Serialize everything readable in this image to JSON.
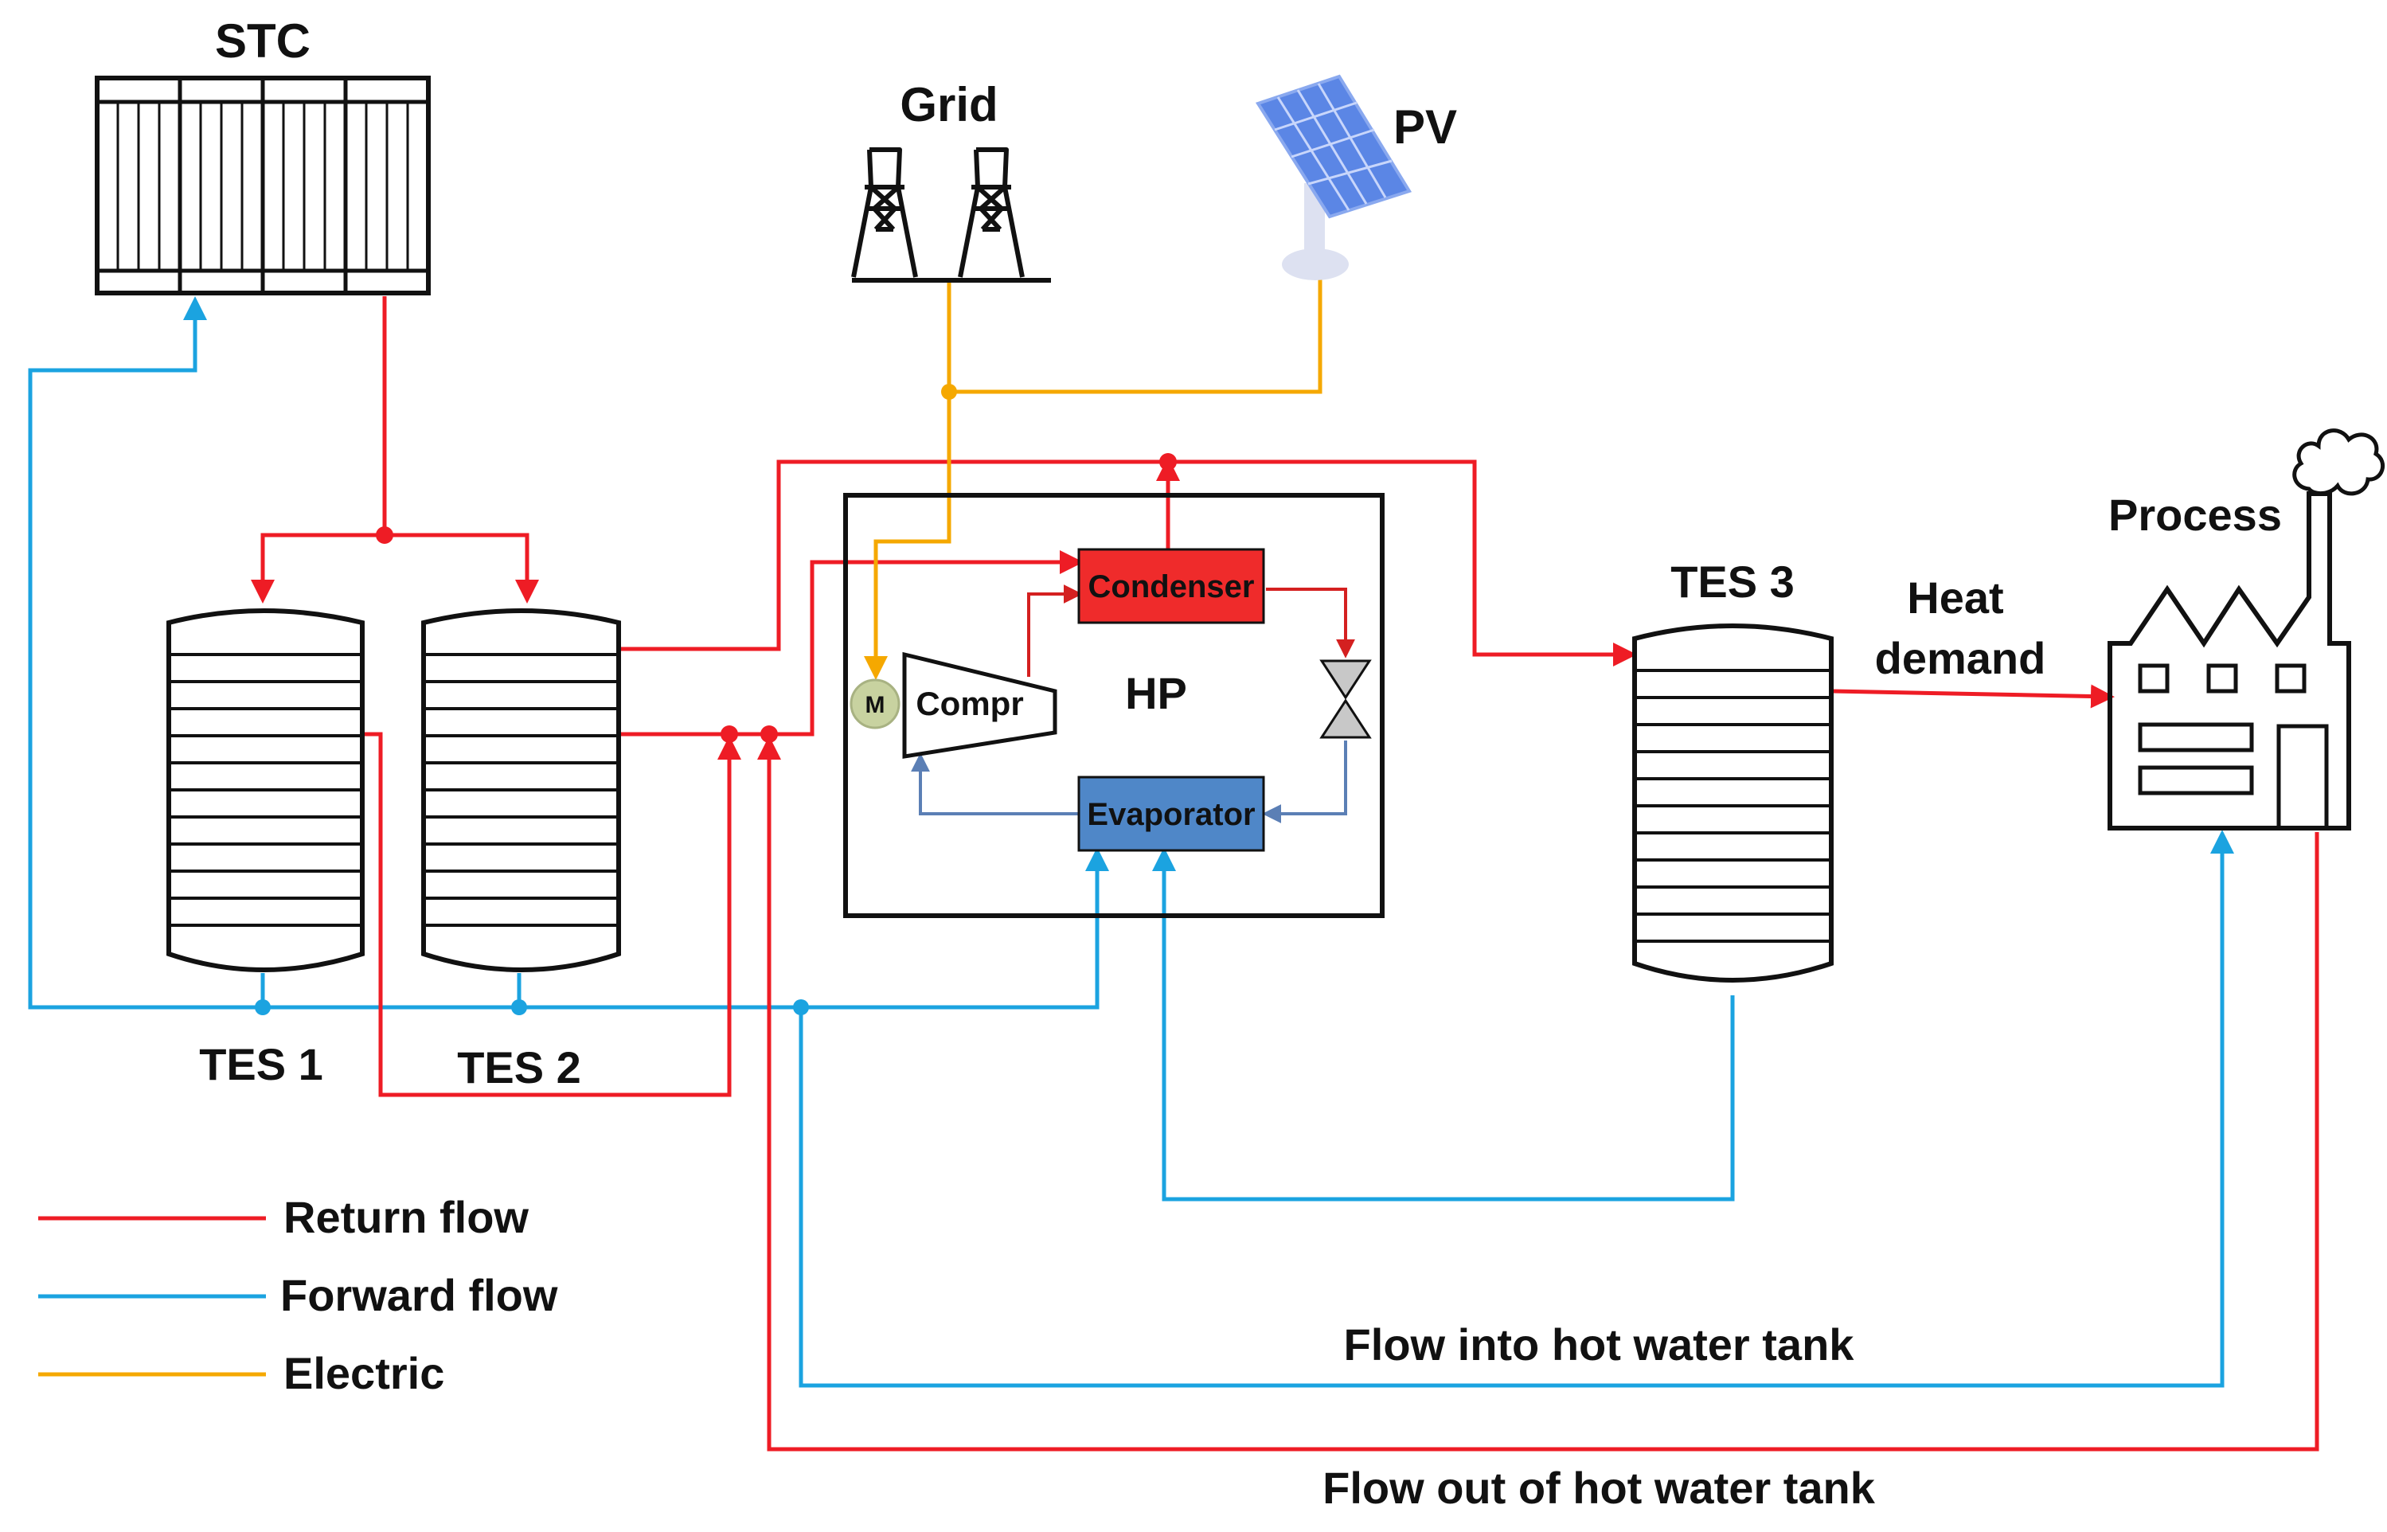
{
  "colors": {
    "return": "#ee1c25",
    "forward": "#1ba3e0",
    "forward_hp": "#5b7fb5",
    "electric": "#f5a800",
    "condenser": "#ef2b2b",
    "evaporator": "#4f87c8",
    "motor": "#c8d2a0",
    "pv_panel": "#5b86e5",
    "valve": "#c8c8c8"
  },
  "labels": {
    "stc": "STC",
    "grid": "Grid",
    "pv": "PV",
    "process": "Process",
    "tes1": "TES 1",
    "tes2": "TES 2",
    "tes3": "TES 3",
    "hp": "HP",
    "condenser": "Condenser",
    "evaporator": "Evaporator",
    "compressor": "Compr",
    "motor": "M",
    "heat_demand_line1": "Heat",
    "heat_demand_line2": "demand",
    "flow_into": "Flow into hot water tank",
    "flow_out": "Flow out of hot water tank"
  },
  "legend": [
    {
      "label": "Return flow",
      "color": "return"
    },
    {
      "label": "Forward flow",
      "color": "forward"
    },
    {
      "label": "Electric",
      "color": "electric"
    }
  ],
  "icons": {
    "stc": "solar-thermal-collector-icon",
    "grid": "transmission-tower-icon",
    "pv": "solar-panel-icon",
    "process": "factory-icon",
    "smoke": "smoke-cloud-icon",
    "valve": "expansion-valve-icon",
    "motor": "motor-icon"
  }
}
